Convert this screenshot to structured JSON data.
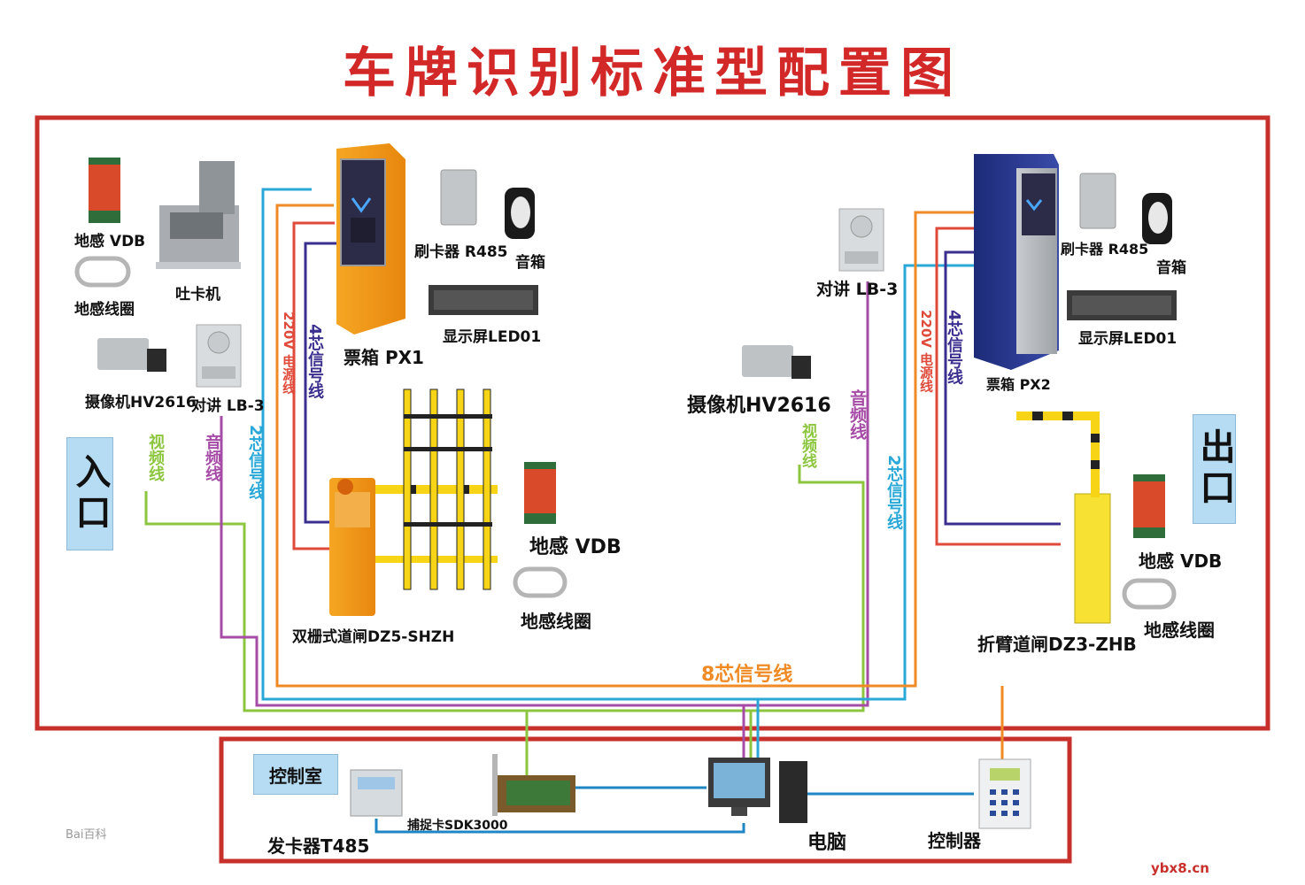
{
  "title": "车牌识别标准型配置图",
  "zones": {
    "entrance": "入口",
    "exit": "出口",
    "control_room": "控制室"
  },
  "colors": {
    "title": "#d22828",
    "frame": "#c8302c",
    "video": "#8cc63f",
    "audio": "#a64ca6",
    "signal2": "#29a8d8",
    "signal4": "#3a2f8f",
    "power": "#e04a3a",
    "signal8": "#f08a24",
    "network": "#1f86c4",
    "sign_bg": "#b5dcf2"
  },
  "labels": {
    "entrance_vdb": "地感 VDB",
    "entrance_loop": "地感线圈",
    "card_dispenser": "吐卡机",
    "entrance_camera": "摄像机HV2616",
    "entrance_intercom": "对讲 LB-3",
    "entrance_reader": "刷卡器 R485",
    "entrance_speaker": "音箱",
    "entrance_display": "显示屏LED01",
    "ticket_box_1": "票箱 PX1",
    "barrier_1": "双栅式道闸DZ5-SHZH",
    "barrier_vdb_1": "地感 VDB",
    "barrier_loop_1": "地感线圈",
    "exit_intercom": "对讲 LB-3",
    "exit_camera": "摄像机HV2616",
    "exit_reader": "刷卡器 R485",
    "exit_speaker": "音箱",
    "exit_display": "显示屏LED01",
    "ticket_box_2": "票箱 PX2",
    "barrier_2": "折臂道闸DZ3-ZHB",
    "exit_vdb": "地感 VDB",
    "exit_loop": "地感线圈",
    "card_issuer": "发卡器T485",
    "capture_card": "捕捉卡SDK3000",
    "computer": "电脑",
    "controller": "控制器"
  },
  "cables": {
    "video_left": "视频线",
    "audio_left": "音频线",
    "signal2_left": "2芯信号线",
    "power_left": "220V 电源线",
    "signal4_left": "4芯信号线",
    "video_right": "视频线",
    "audio_right": "音频线",
    "signal2_right": "2芯信号线",
    "power_right": "220V 电源线",
    "signal4_right": "4芯信号线",
    "signal8": "8芯信号线"
  },
  "watermarks": {
    "baidu": "Bai百科",
    "site": "ybx8.cn"
  }
}
